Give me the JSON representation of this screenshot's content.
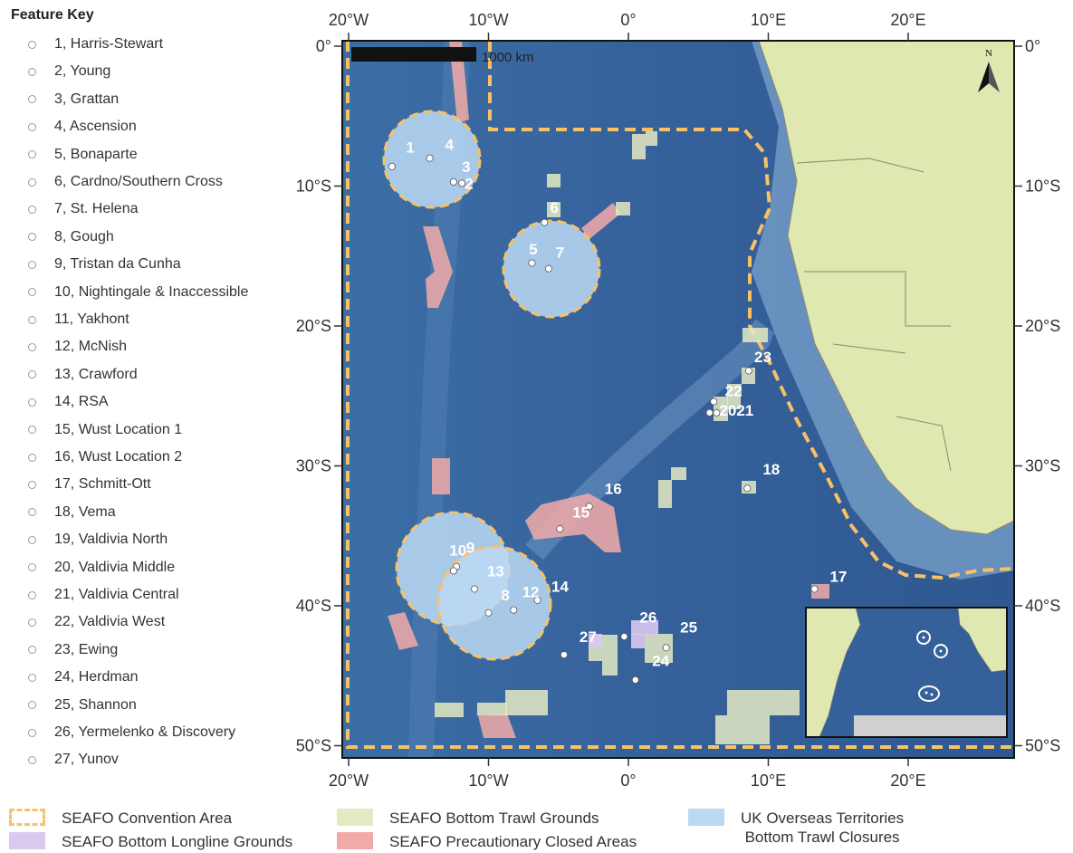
{
  "feature_key": {
    "title": "Feature Key",
    "items": [
      "1, Harris-Stewart",
      "2, Young",
      "3, Grattan",
      "4, Ascension",
      "5, Bonaparte",
      "6, Cardno/Southern Cross",
      "7, St. Helena",
      "8, Gough",
      "9, Tristan da Cunha",
      "10, Nightingale & Inaccessible",
      "11, Yakhont",
      "12, McNish",
      "13, Crawford",
      "14, RSA",
      "15, Wust Location 1",
      "16, Wust Location 2",
      "17, Schmitt-Ott",
      "18, Vema",
      "19, Valdivia North",
      "20, Valdivia Middle",
      "21, Valdivia Central",
      "22, Valdivia West",
      "23, Ewing",
      "24, Herdman",
      "25, Shannon",
      "26, Yermelenko & Discovery",
      "27, Yunov"
    ]
  },
  "map": {
    "x_ticks": [
      "20°W",
      "10°W",
      "0°",
      "10°E",
      "20°E"
    ],
    "y_ticks": [
      "0°",
      "10°S",
      "20°S",
      "30°S",
      "40°S",
      "50°S"
    ],
    "scale_bar": "1000 km",
    "north_label": "N",
    "colors": {
      "ocean": "#36639a",
      "land": "#dfe8b0",
      "convention_area": "#f7c265",
      "longline": "#d8c9ef",
      "trawl": "#e4eac2",
      "closed": "#f2aaa8",
      "uk_closure": "#bcd9f3"
    },
    "site_labels": [
      {
        "text": "1",
        "lon": -15.9,
        "lat": -7.6
      },
      {
        "text": "4",
        "lon": -13.1,
        "lat": -7.4
      },
      {
        "text": "3",
        "lon": -11.9,
        "lat": -9.0
      },
      {
        "text": "2",
        "lon": -11.7,
        "lat": -10.2
      },
      {
        "text": "6",
        "lon": -5.6,
        "lat": -11.9
      },
      {
        "text": "5",
        "lon": -7.1,
        "lat": -14.9
      },
      {
        "text": "7",
        "lon": -5.2,
        "lat": -15.1
      },
      {
        "text": "23",
        "lon": 9.0,
        "lat": -22.6
      },
      {
        "text": "22",
        "lon": 6.9,
        "lat": -25.0
      },
      {
        "text": "2021",
        "lon": 6.5,
        "lat": -26.4
      },
      {
        "text": "18",
        "lon": 9.6,
        "lat": -30.6
      },
      {
        "text": "16",
        "lon": -1.7,
        "lat": -32.0
      },
      {
        "text": "15",
        "lon": -4.0,
        "lat": -33.7
      },
      {
        "text": "10",
        "lon": -12.8,
        "lat": -36.4
      },
      {
        "text": "9",
        "lon": -11.6,
        "lat": -36.2
      },
      {
        "text": "13",
        "lon": -10.1,
        "lat": -37.9
      },
      {
        "text": "12",
        "lon": -7.6,
        "lat": -39.4
      },
      {
        "text": "8",
        "lon": -9.1,
        "lat": -39.6
      },
      {
        "text": "14",
        "lon": -5.5,
        "lat": -39.0
      },
      {
        "text": "17",
        "lon": 14.4,
        "lat": -38.3
      },
      {
        "text": "26",
        "lon": 0.8,
        "lat": -41.2
      },
      {
        "text": "25",
        "lon": 3.7,
        "lat": -41.9
      },
      {
        "text": "27",
        "lon": -3.5,
        "lat": -42.6
      },
      {
        "text": "24",
        "lon": 1.7,
        "lat": -44.3
      }
    ],
    "sites": [
      {
        "lon": -16.9,
        "lat": -8.6
      },
      {
        "lon": -14.2,
        "lat": -8.0
      },
      {
        "lon": -12.5,
        "lat": -9.7
      },
      {
        "lon": -11.9,
        "lat": -9.8
      },
      {
        "lon": -6.0,
        "lat": -12.6
      },
      {
        "lon": -6.9,
        "lat": -15.5
      },
      {
        "lon": -5.7,
        "lat": -15.9
      },
      {
        "lon": 8.6,
        "lat": -23.2
      },
      {
        "lon": 6.1,
        "lat": -25.4
      },
      {
        "lon": 5.8,
        "lat": -26.2
      },
      {
        "lon": 6.3,
        "lat": -26.2
      },
      {
        "lon": 8.5,
        "lat": -31.6
      },
      {
        "lon": -2.8,
        "lat": -32.9
      },
      {
        "lon": -4.9,
        "lat": -34.5
      },
      {
        "lon": -12.3,
        "lat": -37.2
      },
      {
        "lon": -12.5,
        "lat": -37.5
      },
      {
        "lon": -11.0,
        "lat": -38.8
      },
      {
        "lon": -8.2,
        "lat": -40.3
      },
      {
        "lon": -10.0,
        "lat": -40.5
      },
      {
        "lon": -6.5,
        "lat": -39.6
      },
      {
        "lon": 13.3,
        "lat": -38.8
      },
      {
        "lon": -0.3,
        "lat": -42.2
      },
      {
        "lon": 2.7,
        "lat": -43.0
      },
      {
        "lon": -4.6,
        "lat": -43.5
      },
      {
        "lon": 0.5,
        "lat": -45.3
      }
    ]
  },
  "legend": {
    "convention_area": "SEAFO Convention Area",
    "longline": "SEAFO Bottom Longline Grounds",
    "trawl": "SEAFO Bottom Trawl Grounds",
    "closed": "SEAFO Precautionary Closed Areas",
    "uk_line1": "UK Overseas Territories",
    "uk_line2": "Bottom Trawl Closures"
  }
}
